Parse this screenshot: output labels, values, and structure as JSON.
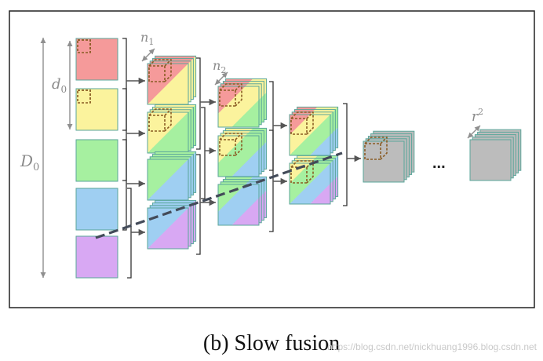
{
  "caption": "(b) Slow fusion",
  "watermark": "https://blog.csdn.net/nickhuang1996.blog.csdn.net",
  "labels": {
    "D0": {
      "main": "D",
      "sub": "0"
    },
    "d0": {
      "main": "d",
      "sub": "0"
    },
    "n1": {
      "main": "n",
      "sub": "1"
    },
    "n2": {
      "main": "n",
      "sub": "2"
    },
    "r2": {
      "main": "r",
      "sup": "2"
    },
    "ellipsis": "..."
  },
  "colors": {
    "red": "#f59a9a",
    "yellow": "#fbf39d",
    "green": "#a6f0a0",
    "blue": "#9fcff2",
    "purple": "#d8a8f3",
    "gray": "#bcbcbc",
    "outline": "#5aa69a",
    "arrow": "#8f8f8f",
    "dashed_line": "#434b59",
    "cube": "#8a5c24"
  },
  "columns": [
    {
      "name": "input-frames",
      "items": [
        "red",
        "yellow",
        "green",
        "blue",
        "purple"
      ]
    },
    {
      "name": "layer-1",
      "items": [
        [
          "red",
          "yellow"
        ],
        [
          "yellow",
          "green"
        ],
        [
          "green",
          "blue"
        ],
        [
          "blue",
          "purple"
        ]
      ]
    },
    {
      "name": "layer-2",
      "items": [
        [
          "red",
          "yellow",
          "green"
        ],
        [
          "yellow",
          "green",
          "blue"
        ],
        [
          "green",
          "blue",
          "purple"
        ]
      ]
    },
    {
      "name": "layer-3",
      "items": [
        [
          "red",
          "yellow",
          "green",
          "blue"
        ],
        [
          "yellow",
          "green",
          "blue",
          "purple"
        ]
      ]
    },
    {
      "name": "layer-4",
      "items": [
        "gray"
      ]
    },
    {
      "name": "output",
      "items": [
        "gray"
      ]
    }
  ]
}
